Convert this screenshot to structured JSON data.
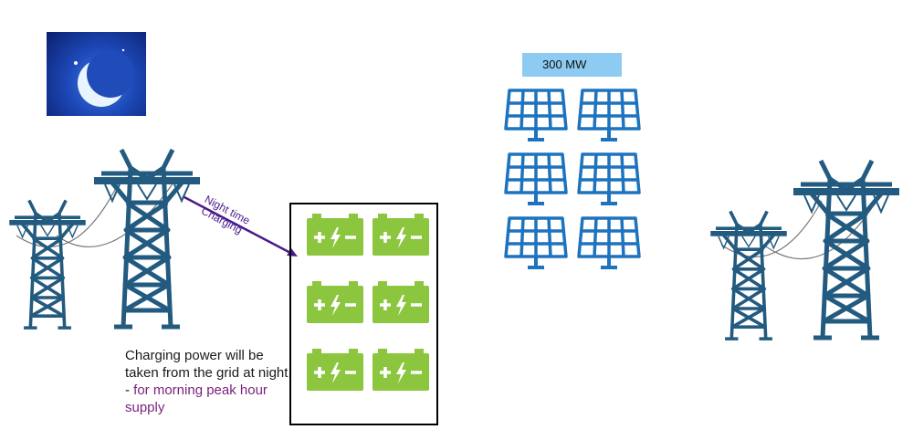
{
  "moon_image": {
    "icon": "crescent-moon-night-icon"
  },
  "arrow": {
    "label_line1": "Night time",
    "label_line2": "Charging",
    "color": "#4b1a8a"
  },
  "solar": {
    "capacity_label": "300 MW",
    "panel_count": 6,
    "color": "#1e73be"
  },
  "battery": {
    "count": 6,
    "color": "#8cc63f",
    "symbol_plus": "+",
    "symbol_minus": "−"
  },
  "note": {
    "text_plain": "Charging power will be taken from the grid at night - ",
    "text_highlight": "for morning peak hour supply",
    "highlight_color": "#7b1f7b"
  },
  "tower_color": "#235a80"
}
